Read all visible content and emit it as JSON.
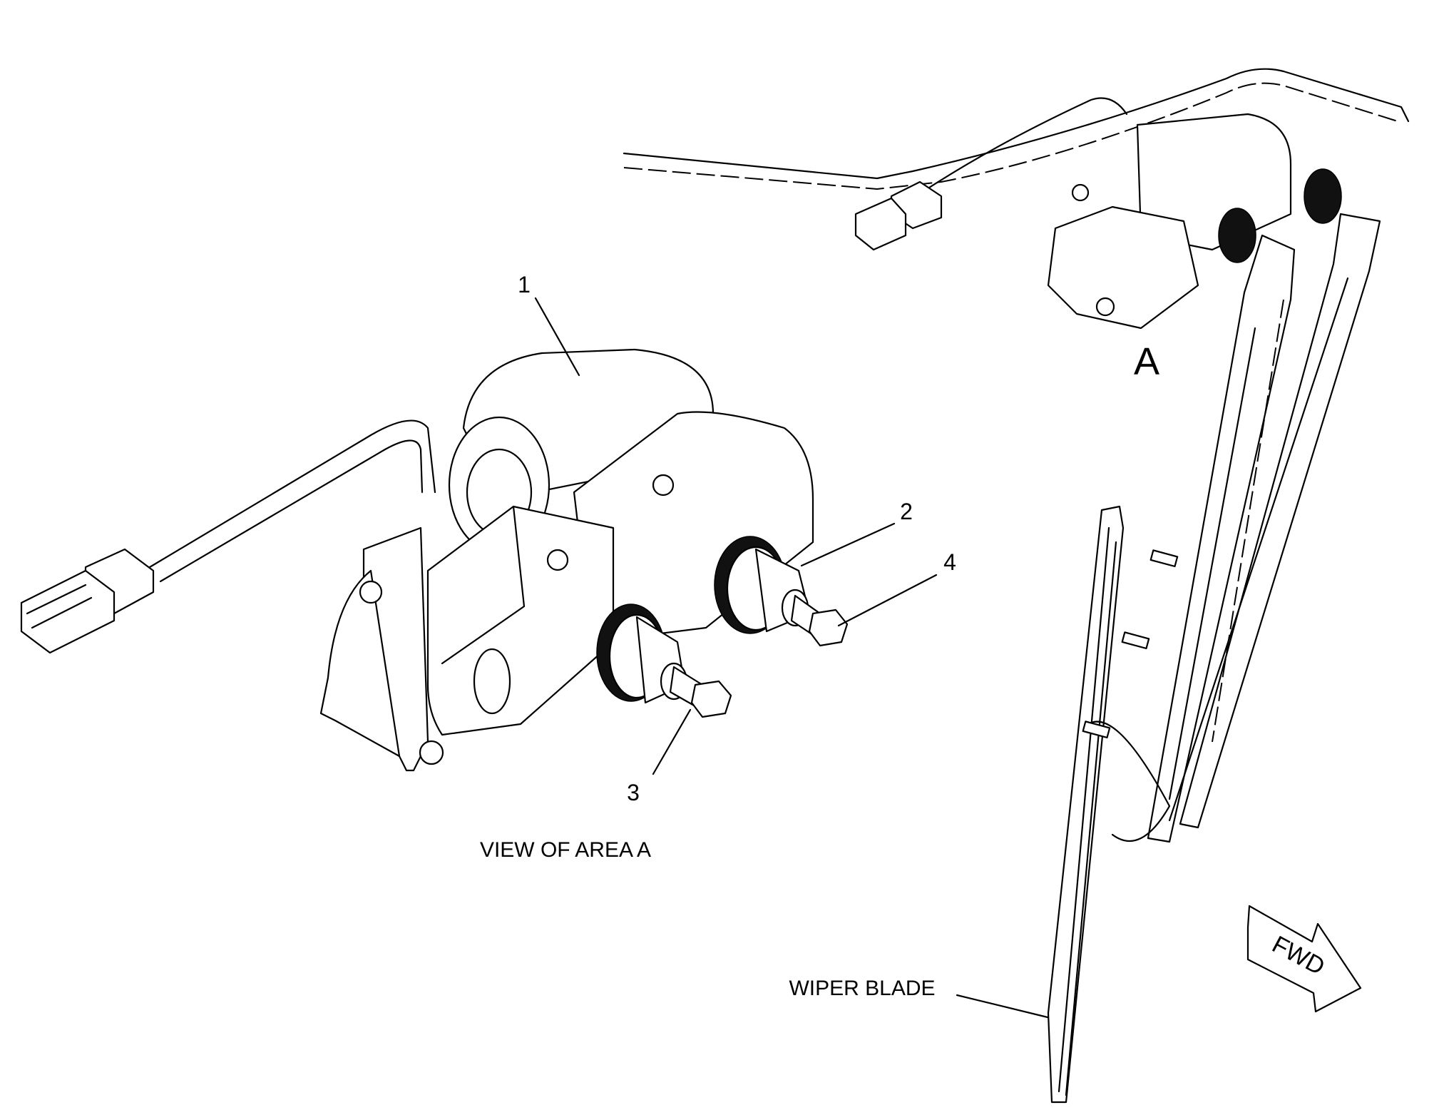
{
  "diagram": {
    "callouts": [
      {
        "id": "1",
        "label": "1"
      },
      {
        "id": "2",
        "label": "2"
      },
      {
        "id": "3",
        "label": "3"
      },
      {
        "id": "4",
        "label": "4"
      }
    ],
    "area_marker": "A",
    "view_caption": "VIEW OF AREA A",
    "wiper_label": "WIPER BLADE",
    "direction_arrow": "FWD",
    "colors": {
      "line": "#000000",
      "background": "#ffffff"
    }
  }
}
